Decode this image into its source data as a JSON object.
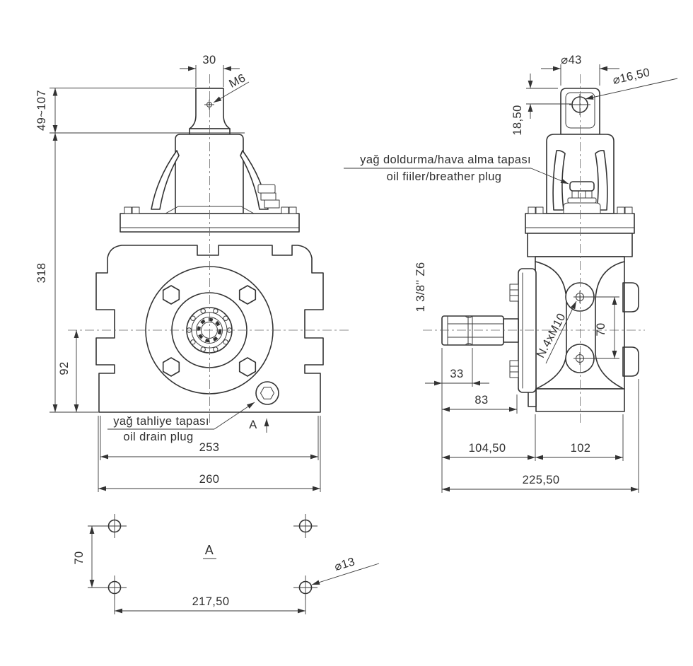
{
  "drawing": {
    "labels": {
      "oil_filler_tr": "yağ doldurma/hava alma tapası",
      "oil_filler_en": "oil fiiler/breather plug",
      "oil_drain_tr": "yağ  tahliye tapası",
      "oil_drain_en": "oil drain plug"
    },
    "front_view": {
      "dim_shaft_width": "30",
      "thread": "M6",
      "dim_shaft_height": "49~107",
      "dim_total_height": "318",
      "dim_center_height": "92",
      "dim_body_width": "253",
      "dim_base_width": "260",
      "section_arrow": "A"
    },
    "side_view": {
      "dim_yoke_dia": "⌀43",
      "dim_hole_dia": "⌀16,50",
      "dim_hole_depth": "18,50",
      "spline_label": "1 3/8'' Z6",
      "dim_spline_len": "33",
      "dim_shaft_len": "83",
      "bolt_holes": "N.4xM10",
      "dim_bolt_spacing": "70",
      "dim_front_len": "104,50",
      "dim_body_len": "102",
      "dim_total_len": "225,50"
    },
    "bottom_view": {
      "view_label": "A",
      "dim_hole_vspacing": "70",
      "dim_hole_dia": "⌀13",
      "dim_hole_hspacing": "217,50"
    },
    "colors": {
      "line": "#333333",
      "background": "#ffffff"
    }
  }
}
